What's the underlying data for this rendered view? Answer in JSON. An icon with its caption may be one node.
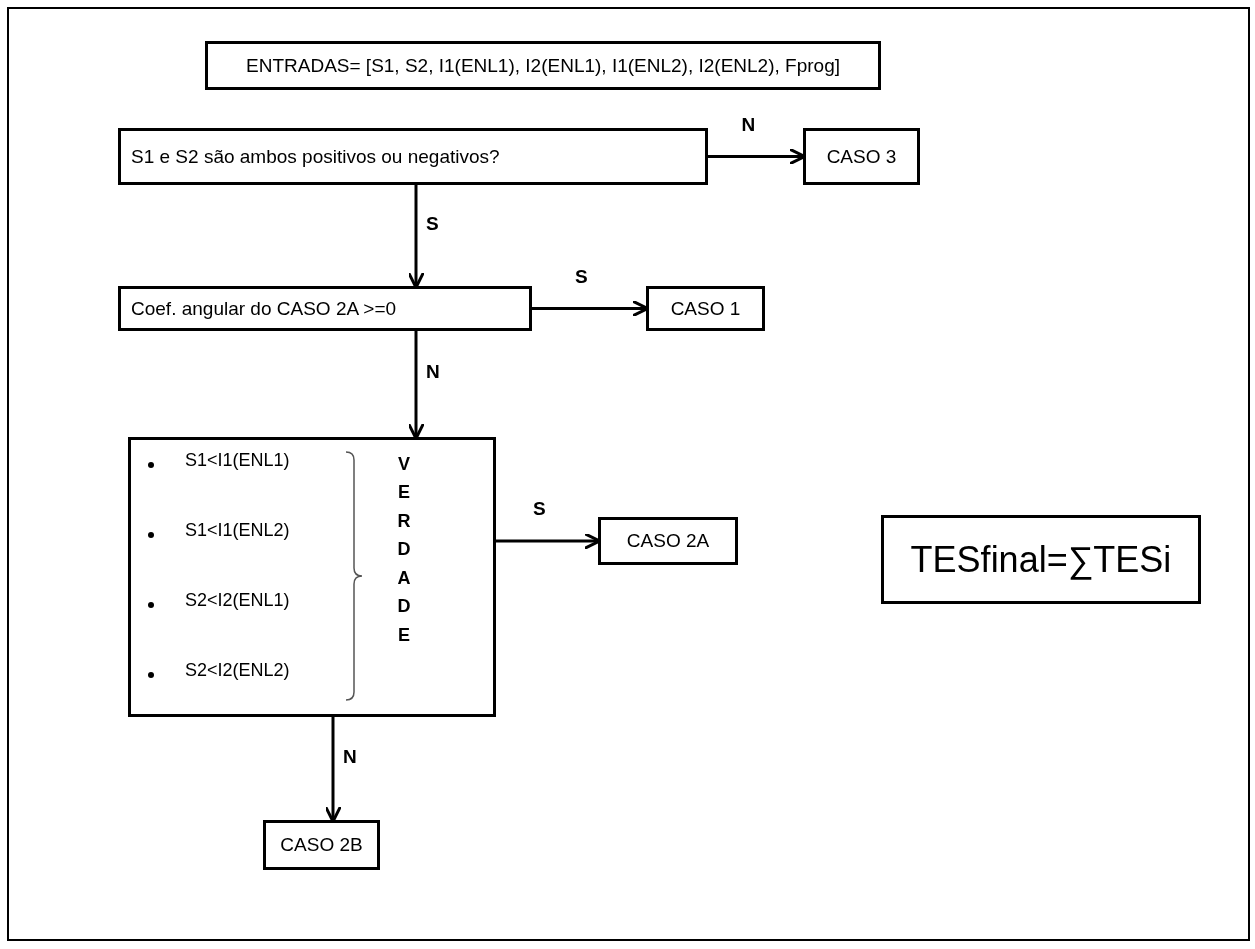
{
  "diagram": {
    "nodes": [
      {
        "text": [
          "ENTRADAS= [S1, S2, I1(ENL1), I2(ENL1), I1(ENL2), I2(ENL2), Fprog]"
        ]
      },
      {
        "text": [
          "S1 e S2 são ambos positivos ou negativos?"
        ]
      },
      {
        "text": [
          "CASO 3"
        ]
      },
      {
        "text": [
          "Coef. angular do CASO 2A >=0"
        ]
      },
      {
        "text": [
          "CASO 1"
        ]
      },
      {
        "text": [
          "S1<I1(ENL1)",
          "S1<I1(ENL2)",
          "S2<I2(ENL1)",
          "S2<I2(ENL2)",
          "VERDADE"
        ]
      },
      {
        "text": [
          "CASO 2A"
        ]
      },
      {
        "text": [
          "TESfinal=∑TESi"
        ]
      },
      {
        "text": [
          "CASO 2B"
        ]
      }
    ],
    "edges": [
      {
        "from": 1,
        "to": 2,
        "arrow": "to",
        "label": "N"
      },
      {
        "from": 1,
        "to": 3,
        "arrow": "to",
        "label": "S"
      },
      {
        "from": 3,
        "to": 4,
        "arrow": "to",
        "label": "S"
      },
      {
        "from": 3,
        "to": 5,
        "arrow": "to",
        "label": "N"
      },
      {
        "from": 5,
        "to": 6,
        "arrow": "to",
        "label": "S"
      },
      {
        "from": 5,
        "to": 8,
        "arrow": "to",
        "label": "N"
      }
    ]
  }
}
